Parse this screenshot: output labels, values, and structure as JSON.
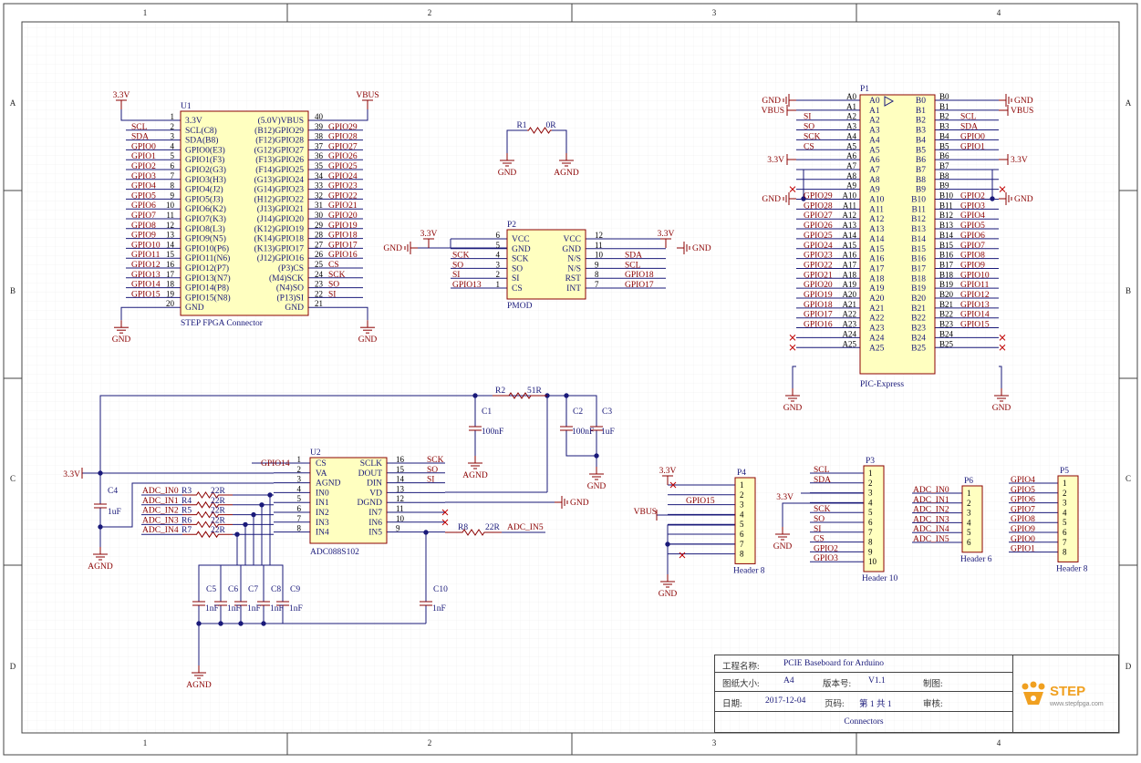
{
  "frame": {
    "col_labels": [
      "1",
      "2",
      "3",
      "4"
    ],
    "row_labels": [
      "A",
      "B",
      "C",
      "D"
    ]
  },
  "u1": {
    "ref": "U1",
    "title": "STEP FPGA Connector",
    "left_pins": [
      {
        "num": "1",
        "name": "3.3V",
        "net": ""
      },
      {
        "num": "2",
        "name": "SCL(C8)",
        "net": "SCL"
      },
      {
        "num": "3",
        "name": "SDA(B8)",
        "net": "SDA"
      },
      {
        "num": "4",
        "name": "GPIO0(E3)",
        "net": "GPIO0"
      },
      {
        "num": "5",
        "name": "GPIO1(F3)",
        "net": "GPIO1"
      },
      {
        "num": "6",
        "name": "GPIO2(G3)",
        "net": "GPIO2"
      },
      {
        "num": "7",
        "name": "GPIO3(H3)",
        "net": "GPIO3"
      },
      {
        "num": "8",
        "name": "GPIO4(J2)",
        "net": "GPIO4"
      },
      {
        "num": "9",
        "name": "GPIO5(J3)",
        "net": "GPIO5"
      },
      {
        "num": "10",
        "name": "GPIO6(K2)",
        "net": "GPIO6"
      },
      {
        "num": "11",
        "name": "GPIO7(K3)",
        "net": "GPIO7"
      },
      {
        "num": "12",
        "name": "GPIO8(L3)",
        "net": "GPIO8"
      },
      {
        "num": "13",
        "name": "GPIO9(N5)",
        "net": "GPIO9"
      },
      {
        "num": "14",
        "name": "GPIO10(P6)",
        "net": "GPIO10"
      },
      {
        "num": "15",
        "name": "GPIO11(N6)",
        "net": "GPIO11"
      },
      {
        "num": "16",
        "name": "GPIO12(P7)",
        "net": "GPIO12"
      },
      {
        "num": "17",
        "name": "GPIO13(N7)",
        "net": "GPIO13"
      },
      {
        "num": "18",
        "name": "GPIO14(P8)",
        "net": "GPIO14"
      },
      {
        "num": "19",
        "name": "GPIO15(N8)",
        "net": "GPIO15"
      },
      {
        "num": "20",
        "name": "GND",
        "net": ""
      }
    ],
    "right_pins": [
      {
        "num": "40",
        "name": "(5.0V)VBUS",
        "net": ""
      },
      {
        "num": "39",
        "name": "(B12)GPIO29",
        "net": "GPIO29"
      },
      {
        "num": "38",
        "name": "(F12)GPIO28",
        "net": "GPIO28"
      },
      {
        "num": "37",
        "name": "(G12)GPIO27",
        "net": "GPIO27"
      },
      {
        "num": "36",
        "name": "(F13)GPIO26",
        "net": "GPIO26"
      },
      {
        "num": "35",
        "name": "(F14)GPIO25",
        "net": "GPIO25"
      },
      {
        "num": "34",
        "name": "(G13)GPIO24",
        "net": "GPIO24"
      },
      {
        "num": "33",
        "name": "(G14)GPIO23",
        "net": "GPIO23"
      },
      {
        "num": "32",
        "name": "(H12)GPIO22",
        "net": "GPIO22"
      },
      {
        "num": "31",
        "name": "(J13)GPIO21",
        "net": "GPIO21"
      },
      {
        "num": "30",
        "name": "(J14)GPIO20",
        "net": "GPIO20"
      },
      {
        "num": "29",
        "name": "(K12)GPIO19",
        "net": "GPIO19"
      },
      {
        "num": "28",
        "name": "(K14)GPIO18",
        "net": "GPIO18"
      },
      {
        "num": "27",
        "name": "(K13)GPIO17",
        "net": "GPIO17"
      },
      {
        "num": "26",
        "name": "(J12)GPIO16",
        "net": "GPIO16"
      },
      {
        "num": "25",
        "name": "(P3)CS",
        "net": "CS"
      },
      {
        "num": "24",
        "name": "(M4)SCK",
        "net": "SCK"
      },
      {
        "num": "23",
        "name": "(N4)SO",
        "net": "SO"
      },
      {
        "num": "22",
        "name": "(P13)SI",
        "net": "SI"
      },
      {
        "num": "21",
        "name": "GND",
        "net": ""
      }
    ]
  },
  "power": {
    "v33": "3.3V",
    "vbus": "VBUS",
    "gnd": "GND",
    "agnd": "AGND"
  },
  "r1": {
    "ref": "R1",
    "value": "0R"
  },
  "p2": {
    "ref": "P2",
    "title": "PMOD",
    "left_pins": [
      {
        "num": "6",
        "name": "VCC",
        "net": ""
      },
      {
        "num": "5",
        "name": "GND",
        "net": ""
      },
      {
        "num": "4",
        "name": "SCK",
        "net": "SCK"
      },
      {
        "num": "3",
        "name": "SO",
        "net": "SO"
      },
      {
        "num": "2",
        "name": "SI",
        "net": "SI"
      },
      {
        "num": "1",
        "name": "CS",
        "net": "GPIO13"
      }
    ],
    "right_pins": [
      {
        "num": "12",
        "name": "VCC",
        "net": ""
      },
      {
        "num": "11",
        "name": "GND",
        "net": ""
      },
      {
        "num": "10",
        "name": "N/S",
        "net": "SDA"
      },
      {
        "num": "9",
        "name": "N/S",
        "net": "SCL"
      },
      {
        "num": "8",
        "name": "RST",
        "net": "GPIO18"
      },
      {
        "num": "7",
        "name": "INT",
        "net": "GPIO17"
      }
    ]
  },
  "p1": {
    "ref": "P1",
    "title": "PIC-Express",
    "a_rows": [
      {
        "pin": "A0",
        "net": "GND"
      },
      {
        "pin": "A1",
        "net": "VBUS"
      },
      {
        "pin": "A2",
        "net": "SI"
      },
      {
        "pin": "A3",
        "net": "SO"
      },
      {
        "pin": "A4",
        "net": "SCK"
      },
      {
        "pin": "A5",
        "net": "CS"
      },
      {
        "pin": "A6",
        "net": "3.3V"
      },
      {
        "pin": "A7",
        "net": ""
      },
      {
        "pin": "A8",
        "net": "GND"
      },
      {
        "pin": "A9",
        "net": ""
      },
      {
        "pin": "A10",
        "net": "GPIO29"
      },
      {
        "pin": "A11",
        "net": "GPIO28"
      },
      {
        "pin": "A12",
        "net": "GPIO27"
      },
      {
        "pin": "A13",
        "net": "GPIO26"
      },
      {
        "pin": "A14",
        "net": "GPIO25"
      },
      {
        "pin": "A15",
        "net": "GPIO24"
      },
      {
        "pin": "A16",
        "net": "GPIO23"
      },
      {
        "pin": "A17",
        "net": "GPIO22"
      },
      {
        "pin": "A18",
        "net": "GPIO21"
      },
      {
        "pin": "A19",
        "net": "GPIO20"
      },
      {
        "pin": "A20",
        "net": "GPIO19"
      },
      {
        "pin": "A21",
        "net": "GPIO18"
      },
      {
        "pin": "A22",
        "net": "GPIO17"
      },
      {
        "pin": "A23",
        "net": "GPIO16"
      },
      {
        "pin": "A24",
        "net": ""
      },
      {
        "pin": "A25",
        "net": ""
      }
    ],
    "b_rows": [
      {
        "pin": "B0",
        "net": "GND"
      },
      {
        "pin": "B1",
        "net": "VBUS"
      },
      {
        "pin": "B2",
        "net": "SCL"
      },
      {
        "pin": "B3",
        "net": "SDA"
      },
      {
        "pin": "B4",
        "net": "GPIO0"
      },
      {
        "pin": "B5",
        "net": "GPIO1"
      },
      {
        "pin": "B6",
        "net": "3.3V"
      },
      {
        "pin": "B7",
        "net": ""
      },
      {
        "pin": "B8",
        "net": "GND"
      },
      {
        "pin": "B9",
        "net": ""
      },
      {
        "pin": "B10",
        "net": "GPIO2"
      },
      {
        "pin": "B11",
        "net": "GPIO3"
      },
      {
        "pin": "B12",
        "net": "GPIO4"
      },
      {
        "pin": "B13",
        "net": "GPIO5"
      },
      {
        "pin": "B14",
        "net": "GPIO6"
      },
      {
        "pin": "B15",
        "net": "GPIO7"
      },
      {
        "pin": "B16",
        "net": "GPIO8"
      },
      {
        "pin": "B17",
        "net": "GPIO9"
      },
      {
        "pin": "B18",
        "net": "GPIO10"
      },
      {
        "pin": "B19",
        "net": "GPIO11"
      },
      {
        "pin": "B20",
        "net": "GPIO12"
      },
      {
        "pin": "B21",
        "net": "GPIO13"
      },
      {
        "pin": "B22",
        "net": "GPIO14"
      },
      {
        "pin": "B23",
        "net": "GPIO15"
      },
      {
        "pin": "B24",
        "net": ""
      },
      {
        "pin": "B25",
        "net": ""
      }
    ]
  },
  "u2": {
    "ref": "U2",
    "title": "ADC088S102",
    "left_pins": [
      {
        "num": "1",
        "name": "CS",
        "net": "GPIO14"
      },
      {
        "num": "2",
        "name": "VA",
        "net": ""
      },
      {
        "num": "3",
        "name": "AGND",
        "net": ""
      },
      {
        "num": "4",
        "name": "IN0",
        "net": "ADC_IN0"
      },
      {
        "num": "5",
        "name": "IN1",
        "net": "ADC_IN1"
      },
      {
        "num": "6",
        "name": "IN2",
        "net": "ADC_IN2"
      },
      {
        "num": "7",
        "name": "IN3",
        "net": "ADC_IN3"
      },
      {
        "num": "8",
        "name": "IN4",
        "net": "ADC_IN4"
      }
    ],
    "right_pins": [
      {
        "num": "16",
        "name": "SCLK",
        "net": "SCK"
      },
      {
        "num": "15",
        "name": "DOUT",
        "net": "SO"
      },
      {
        "num": "14",
        "name": "DIN",
        "net": "SI"
      },
      {
        "num": "13",
        "name": "VD",
        "net": ""
      },
      {
        "num": "12",
        "name": "DGND",
        "net": ""
      },
      {
        "num": "11",
        "name": "IN7",
        "net": ""
      },
      {
        "num": "10",
        "name": "IN6",
        "net": ""
      },
      {
        "num": "9",
        "name": "IN5",
        "net": ""
      }
    ]
  },
  "adc_res": [
    {
      "ref": "R3",
      "value": "22R",
      "net": "ADC_IN0"
    },
    {
      "ref": "R4",
      "value": "22R",
      "net": "ADC_IN1"
    },
    {
      "ref": "R5",
      "value": "22R",
      "net": "ADC_IN2"
    },
    {
      "ref": "R6",
      "value": "22R",
      "net": "ADC_IN3"
    },
    {
      "ref": "R7",
      "value": "22R",
      "net": "ADC_IN4"
    }
  ],
  "r2": {
    "ref": "R2",
    "value": "51R"
  },
  "r8": {
    "ref": "R8",
    "value": "22R",
    "net": "ADC_IN5"
  },
  "caps": {
    "c1": {
      "ref": "C1",
      "value": "100nF"
    },
    "c2": {
      "ref": "C2",
      "value": "100nF"
    },
    "c3": {
      "ref": "C3",
      "value": "1uF"
    },
    "c4": {
      "ref": "C4",
      "value": "1uF"
    },
    "c5": {
      "ref": "C5",
      "value": "1nF"
    },
    "c6": {
      "ref": "C6",
      "value": "1nF"
    },
    "c7": {
      "ref": "C7",
      "value": "1nF"
    },
    "c8": {
      "ref": "C8",
      "value": "1nF"
    },
    "c9": {
      "ref": "C9",
      "value": "1nF"
    },
    "c10": {
      "ref": "C10",
      "value": "1nF"
    }
  },
  "p4": {
    "ref": "P4",
    "title": "Header 8",
    "pins": [
      "1",
      "2",
      "3",
      "4",
      "5",
      "6",
      "7",
      "8"
    ],
    "nets": [
      "3.3V",
      "",
      "GPIO15",
      "",
      "VBUS",
      "",
      "",
      "GND"
    ]
  },
  "p3": {
    "ref": "P3",
    "title": "Header 10",
    "pins": [
      "1",
      "2",
      "3",
      "4",
      "5",
      "6",
      "7",
      "8",
      "9",
      "10"
    ],
    "nets": [
      "SCL",
      "SDA",
      "3.3V",
      "GND",
      "SCK",
      "SO",
      "SI",
      "CS",
      "GPIO2",
      "GPIO3"
    ]
  },
  "p6": {
    "ref": "P6",
    "title": "Header 6",
    "pins": [
      "1",
      "2",
      "3",
      "4",
      "5",
      "6"
    ],
    "nets": [
      "ADC_IN0",
      "ADC_IN1",
      "ADC_IN2",
      "ADC_IN3",
      "ADC_IN4",
      "ADC_IN5"
    ]
  },
  "p5": {
    "ref": "P5",
    "title": "Header 8",
    "pins": [
      "1",
      "2",
      "3",
      "4",
      "5",
      "6",
      "7",
      "8"
    ],
    "nets": [
      "GPIO4",
      "GPIO5",
      "GPIO6",
      "GPIO7",
      "GPIO8",
      "GPIO9",
      "GPIO0",
      "GPIO1"
    ]
  },
  "title_block": {
    "project_label": "工程名称:",
    "project": "PCIE Baseboard for Arduino",
    "size_label": "图纸大小:",
    "size": "A4",
    "version_label": "版本号:",
    "version": "V1.1",
    "drawn_label": "制图:",
    "date_label": "日期:",
    "date": "2017-12-04",
    "page_label": "页码:",
    "page": "第 1 共 1",
    "review_label": "审核:",
    "sheet_name": "Connectors",
    "logo_text": "STEP",
    "logo_url": "www.stepfpga.com"
  }
}
